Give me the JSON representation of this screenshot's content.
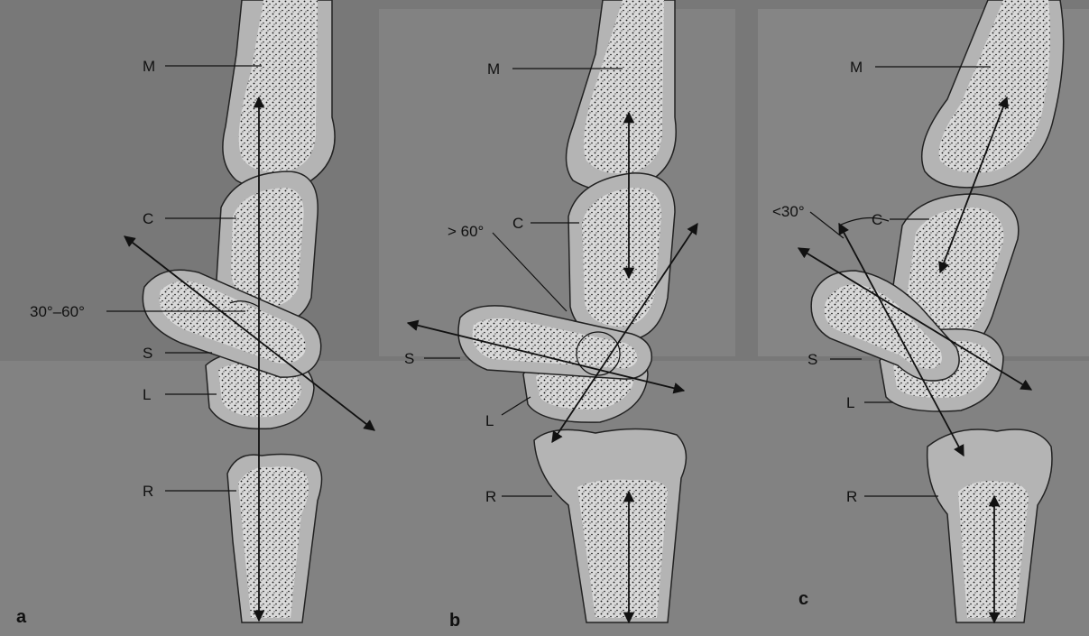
{
  "panels": [
    {
      "letter": "a",
      "labels": {
        "m": "M",
        "c": "C",
        "s": "S",
        "l": "L",
        "r": "R"
      },
      "angle": "30°–60°"
    },
    {
      "letter": "b",
      "labels": {
        "m": "M",
        "c": "C",
        "s": "S",
        "l": "L",
        "r": "R"
      },
      "angle": "> 60°"
    },
    {
      "letter": "c",
      "labels": {
        "m": "M",
        "c": "C",
        "s": "S",
        "l": "L",
        "r": "R"
      },
      "angle": "<30°"
    }
  ]
}
